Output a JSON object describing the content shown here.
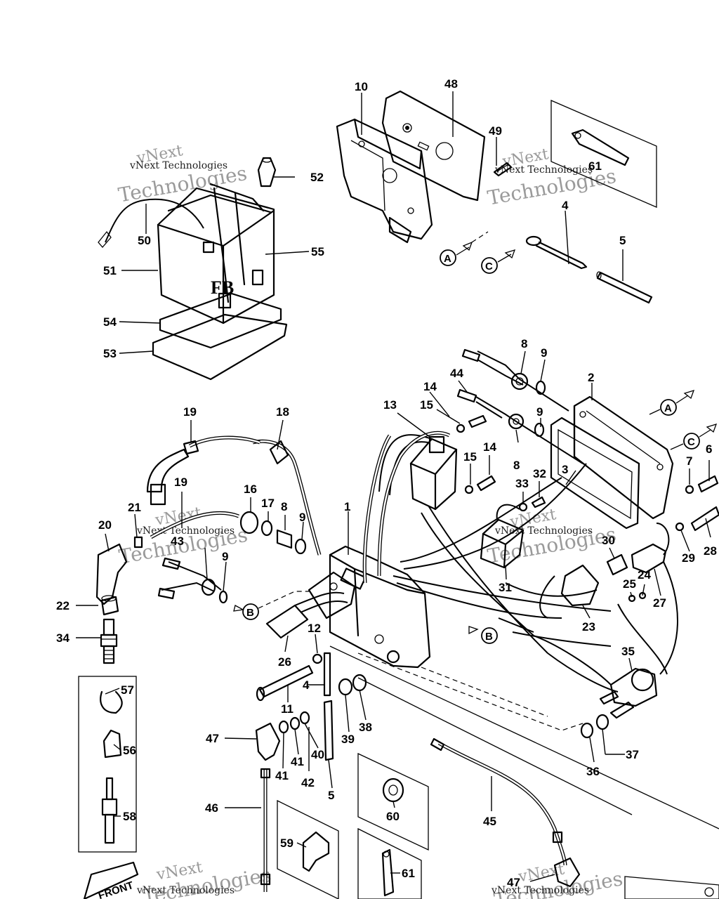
{
  "watermark": {
    "lines": [
      "vNext",
      "Technologies"
    ],
    "caption": "vNext Technologies"
  },
  "front_label": "FRONT",
  "reference_letters": [
    "A",
    "C",
    "A",
    "C",
    "B",
    "B"
  ],
  "callouts": [
    "10",
    "48",
    "49",
    "61",
    "52",
    "50",
    "55",
    "51",
    "54",
    "53",
    "4",
    "5",
    "8",
    "9",
    "2",
    "44",
    "14",
    "15",
    "13",
    "9",
    "6",
    "7",
    "8",
    "15",
    "14",
    "3",
    "32",
    "33",
    "19",
    "18",
    "16",
    "17",
    "8",
    "9",
    "1",
    "19",
    "21",
    "20",
    "43",
    "9",
    "22",
    "34",
    "12",
    "26",
    "4",
    "11",
    "57",
    "56",
    "58",
    "47",
    "41",
    "41",
    "40",
    "42",
    "5",
    "38",
    "39",
    "28",
    "29",
    "30",
    "27",
    "24",
    "25",
    "31",
    "23",
    "35",
    "36",
    "37",
    "45",
    "46",
    "60",
    "59",
    "61",
    "47"
  ]
}
